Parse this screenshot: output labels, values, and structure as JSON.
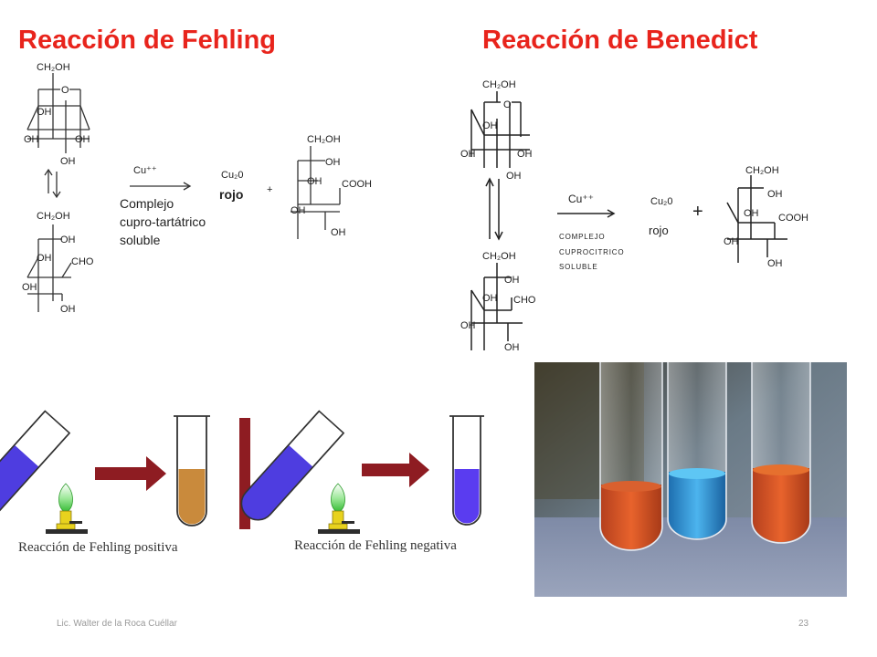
{
  "titles": {
    "fehling": "Reacción de Fehling",
    "benedict": "Reacción de Benedict"
  },
  "fehling_scheme": {
    "glucose_ring": {
      "ch2oh": "CH₂OH",
      "ring_o": "O",
      "oh_labels": [
        "OH",
        "OH",
        "OH",
        "OH"
      ]
    },
    "open_chain": {
      "ch2oh": "CH₂OH",
      "oh_labels": [
        "OH",
        "OH",
        "OH"
      ],
      "cho": "CHO"
    },
    "reagent": "Cu⁺⁺",
    "complex": [
      "Complejo",
      "cupro-tartátrico",
      "soluble"
    ],
    "product_cu": "Cu₂0",
    "product_color": "rojo",
    "plus": "+",
    "acid": {
      "ch2oh": "CH₂OH",
      "oh_labels": [
        "OH",
        "OH",
        "OH",
        "OH"
      ],
      "cooh": "COOH"
    }
  },
  "benedict_scheme": {
    "glucose_ring": {
      "ch2oh": "CH₂OH",
      "ring_o": "O",
      "oh_labels": [
        "OH",
        "OH",
        "OH",
        "OH"
      ]
    },
    "open_chain": {
      "ch2oh": "CH₂OH",
      "oh_labels": [
        "OH",
        "OH",
        "OH",
        "OH"
      ],
      "cho": "CHO"
    },
    "reagent": "Cu⁺⁺",
    "complex": [
      "COMPLEJO",
      "CUPROCITRICO",
      "SOLUBLE"
    ],
    "product_cu": "Cu₂0",
    "product_color": "rojo",
    "plus": "+",
    "acid": {
      "ch2oh": "CH₂OH",
      "oh_labels": [
        "OH",
        "OH",
        "OH",
        "OH"
      ],
      "cooh": "COOH"
    }
  },
  "captions": {
    "positive": "Reacción de Fehling  positiva",
    "negative": "Reacción de Fehling  negativa"
  },
  "colors": {
    "title_red": "#e8241c",
    "reagent_blue": "#4e3de0",
    "positive_result": "#c98a3c",
    "arrow_maroon": "#8e1c22",
    "flame_green": "#3ec63c",
    "burner_yellow": "#e8d21e"
  },
  "footer": {
    "author": "Lic. Walter de la Roca Cuéllar",
    "page": "23"
  }
}
